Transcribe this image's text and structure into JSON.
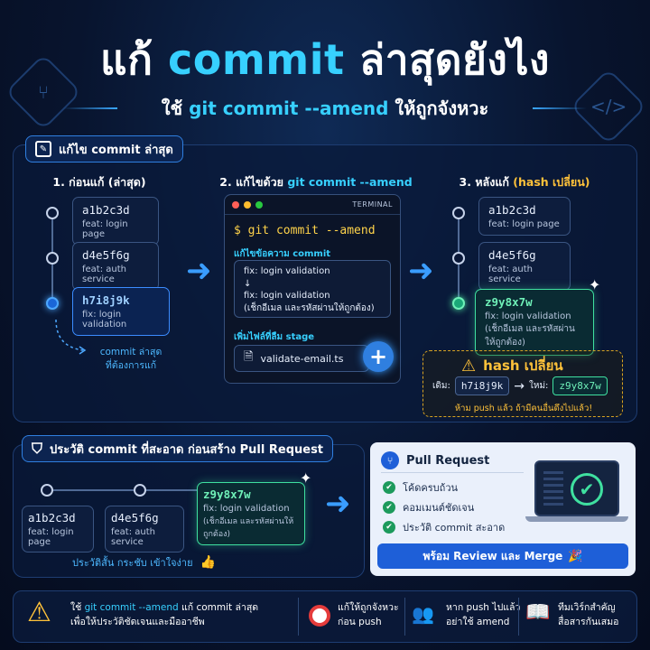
{
  "header": {
    "title_prefix": "แก้ ",
    "title_highlight": "commit",
    "title_suffix": " ล่าสุดยังไง",
    "subtitle_prefix": "ใช้ ",
    "subtitle_highlight": "git commit --amend",
    "subtitle_suffix": " ให้ถูกจังหวะ"
  },
  "section1": {
    "tag": "แก้ไข commit ล่าสุด",
    "col1": {
      "title": "1. ก่อนแก้ (ล่าสุด)",
      "commits": [
        {
          "hash": "a1b2c3d",
          "msg": "feat: login page"
        },
        {
          "hash": "d4e5f6g",
          "msg": "feat: auth service"
        },
        {
          "hash": "h7i8j9k",
          "msg": "fix: login validation"
        }
      ],
      "note_line1": "commit ล่าสุด",
      "note_line2": "ที่ต้องการแก้"
    },
    "col2": {
      "title_prefix": "2. แก้ไขด้วย ",
      "title_highlight": "git commit --amend",
      "terminal_label": "TERMINAL",
      "command": "$ git commit --amend",
      "edit_label": "แก้ไขข้อความ commit",
      "old_msg": "fix: login validation",
      "arrow": "↓",
      "new_msg": "fix: login validation",
      "new_msg_detail": "(เช็กอีเมล และรหัสผ่านให้ถูกต้อง)",
      "stage_label": "เพิ่มไฟล์ที่ลืม stage",
      "file": "validate-email.ts",
      "plus": "+"
    },
    "col3": {
      "title_prefix": "3. หลังแก้ ",
      "title_highlight": "(hash เปลี่ยน)",
      "commits": [
        {
          "hash": "a1b2c3d",
          "msg": "feat: login page"
        },
        {
          "hash": "d4e5f6g",
          "msg": "feat: auth service"
        }
      ],
      "new_commit": {
        "hash": "z9y8x7w",
        "msg": "fix: login validation",
        "detail": "(เช็กอีเมล และรหัสผ่านให้ถูกต้อง)"
      }
    },
    "warning": {
      "title": "hash เปลี่ยน",
      "old_label": "เดิม:",
      "old_hash": "h7i8j9k",
      "new_label": "ใหม่:",
      "new_hash": "z9y8x7w",
      "note": "ห้าม push แล้ว ถ้ามีคนอื่นดึงไปแล้ว!"
    }
  },
  "section2": {
    "tag": "ประวัติ commit ที่สะอาด ก่อนสร้าง Pull Request",
    "commits": [
      {
        "hash": "a1b2c3d",
        "msg": "feat: login page"
      },
      {
        "hash": "d4e5f6g",
        "msg": "feat: auth service"
      }
    ],
    "final": {
      "hash": "z9y8x7w",
      "msg": "fix: login validation",
      "detail": "(เช็กอีเมล และรหัสผ่านให้ถูกต้อง)"
    },
    "caption": "ประวัติสั้น กระชับ เข้าใจง่าย",
    "pr": {
      "title": "Pull Request",
      "items": [
        "โค้ดครบถ้วน",
        "คอมเมนต์ชัดเจน",
        "ประวัติ commit สะอาด"
      ],
      "button": "พร้อม Review และ Merge"
    }
  },
  "footer": {
    "main_prefix": "ใช้ ",
    "main_highlight": "git commit --amend",
    "main_suffix": " แก้ commit ล่าสุด",
    "main_line2": "เพื่อให้ประวัติชัดเจนและมืออาชีพ",
    "tip1_line1": "แก้ให้ถูกจังหวะ",
    "tip1_line2": "ก่อน push",
    "tip2_line1": "หาก push ไปแล้ว",
    "tip2_line2": "อย่าใช้ amend",
    "tip3_line1": "ทีมเวิร์กสำคัญ",
    "tip3_line2": "สื่อสารกันเสมอ"
  },
  "colors": {
    "accent": "#37d0ff",
    "warning": "#ffc23a",
    "success": "#3fe0a0"
  }
}
